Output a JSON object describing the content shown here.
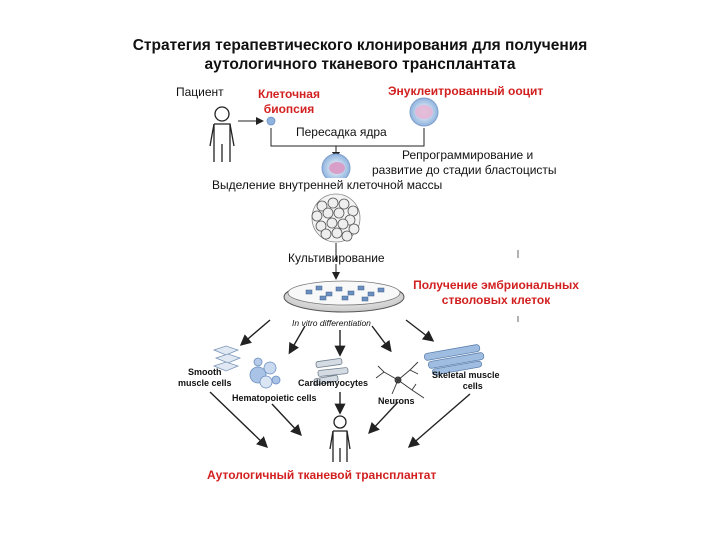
{
  "title": {
    "line1": "Стратегия терапевтического клонирования для получения",
    "line2": "аутологичного тканевого трансплантата"
  },
  "labels": {
    "patient": "Пациент",
    "biopsy_line1": "Клеточная",
    "biopsy_line2": "биопсия",
    "enucleated_oocyte": "Энуклеитрованный ооцит",
    "nuclear_transfer": "Пересадка ядра",
    "reprogramming_line1": "Репрограммирование и",
    "reprogramming_line2": "развитие до стадии бластоцисты",
    "icm_isolation": "Выделение внутренней клеточной массы",
    "culturing": "Культивирование",
    "esc_line1": "Получение эмбриональных",
    "esc_line2": "стволовых клеток",
    "in_vitro": "In vitro differentiation",
    "smooth_line1": "Smooth",
    "smooth_line2": "muscle cells",
    "hematopoietic": "Hematopoietic cells",
    "cardiomyocytes": "Cardiomyocytes",
    "neurons": "Neurons",
    "skeletal_line1": "Skeletal muscle",
    "skeletal_line2": "cells",
    "transplant": "Аутологичный тканевой трансплантат"
  },
  "colors": {
    "red_label": "#d21f1f",
    "cell_blue": "#8fb3de",
    "nucleus_pink": "#d8a0c8",
    "arrow": "#222222"
  }
}
